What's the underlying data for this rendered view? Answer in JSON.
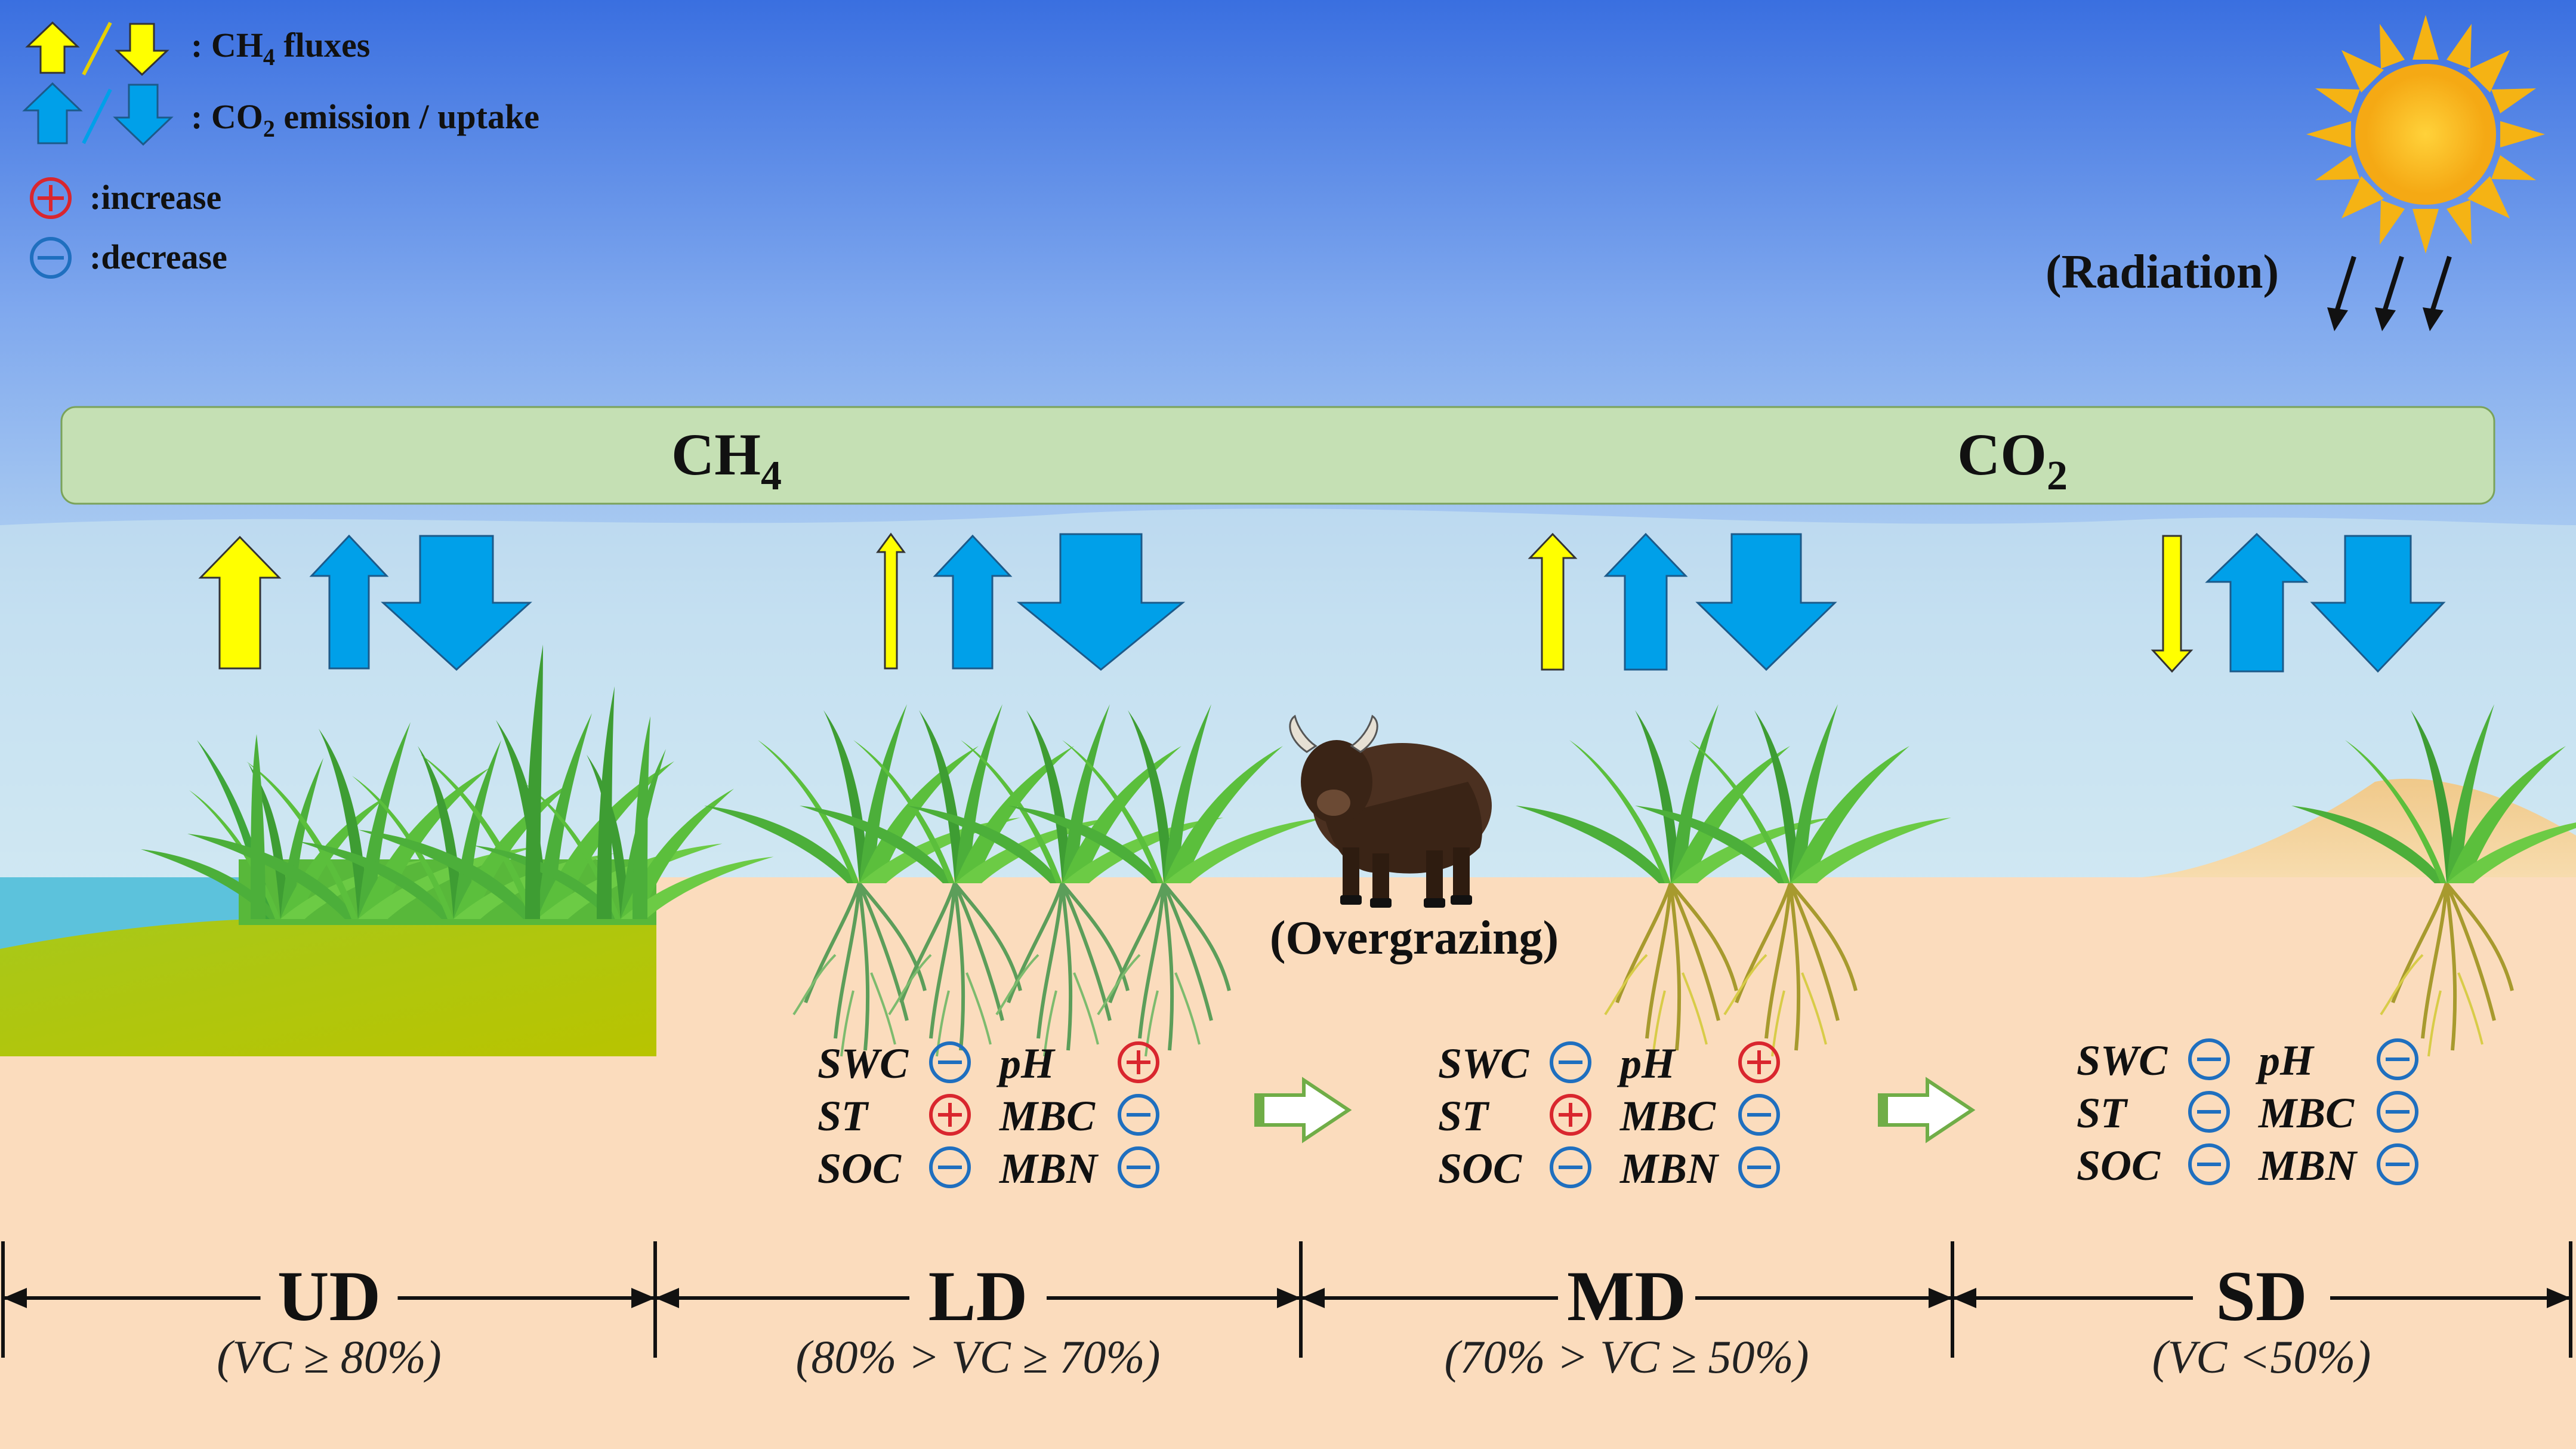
{
  "legend": {
    "ch4_label": ": CH",
    "ch4_sub": "4",
    "ch4_tail": " fluxes",
    "co2_label": ": CO",
    "co2_sub": "2",
    "co2_tail": " emission / uptake",
    "increase": ":increase",
    "decrease": ":decrease"
  },
  "radiation": "(Radiation)",
  "bar": {
    "ch4": "CH",
    "ch4_sub": "4",
    "co2": "CO",
    "co2_sub": "2"
  },
  "overgrazing": "(Overgrazing)",
  "colors": {
    "ch4_arrow": "#ffff00",
    "co2_arrow": "#00a0e9",
    "increase": "#d9262e",
    "decrease": "#1f6fbf",
    "bar_fill": "#c5e0b4",
    "soil": "#fbdcbd"
  },
  "stages": [
    {
      "code": "UD",
      "range": "(VC ≥ 80%)",
      "indicators": []
    },
    {
      "code": "LD",
      "range": "(80% > VC ≥ 70%)",
      "indicators": [
        {
          "name": "SWC",
          "sign": "-"
        },
        {
          "name": "pH",
          "sign": "+"
        },
        {
          "name": "ST",
          "sign": "+"
        },
        {
          "name": "MBC",
          "sign": "-"
        },
        {
          "name": "SOC",
          "sign": "-"
        },
        {
          "name": "MBN",
          "sign": "-"
        }
      ]
    },
    {
      "code": "MD",
      "range": "(70% > VC ≥ 50%)",
      "indicators": [
        {
          "name": "SWC",
          "sign": "-"
        },
        {
          "name": "pH",
          "sign": "+"
        },
        {
          "name": "ST",
          "sign": "+"
        },
        {
          "name": "MBC",
          "sign": "-"
        },
        {
          "name": "SOC",
          "sign": "-"
        },
        {
          "name": "MBN",
          "sign": "-"
        }
      ]
    },
    {
      "code": "SD",
      "range": "(VC <50%)",
      "indicators": [
        {
          "name": "SWC",
          "sign": "-"
        },
        {
          "name": "pH",
          "sign": "-"
        },
        {
          "name": "ST",
          "sign": "-"
        },
        {
          "name": "MBC",
          "sign": "-"
        },
        {
          "name": "SOC",
          "sign": "-"
        },
        {
          "name": "MBN",
          "sign": "-"
        }
      ]
    }
  ]
}
